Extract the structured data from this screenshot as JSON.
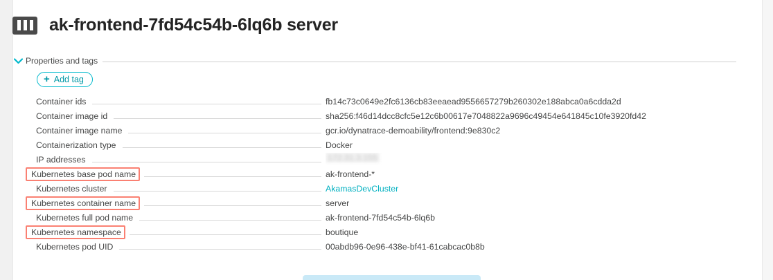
{
  "page": {
    "title": "ak-frontend-7fd54c54b-6lq6b server",
    "entity_icon": "container-server-icon"
  },
  "section": {
    "label": "Properties and tags",
    "collapse_icon": "chevron-down-icon",
    "expanded": true
  },
  "toolbar": {
    "add_tag_label": "Add tag",
    "add_tag_icon": "plus-icon"
  },
  "colors": {
    "accent_cyan": "#00b9cc",
    "link_cyan": "#00b0c0",
    "highlight_red": "#fa8072",
    "icon_dark": "#4a4a4a",
    "progress_blue": "#c9e9f7",
    "text": "#454646",
    "rule": "#d8d8d8"
  },
  "properties": [
    {
      "key": "Container ids",
      "value": "fb14c73c0649e2fc6136cb83eeaead9556657279b260302e188abca0a6cdda2d",
      "highlighted": false,
      "link": false,
      "redacted": false
    },
    {
      "key": "Container image id",
      "value": "sha256:f46d14dcc8cfc5e12c6b00617e7048822a9696c49454e641845c10fe3920fd42",
      "highlighted": false,
      "link": false,
      "redacted": false
    },
    {
      "key": "Container image name",
      "value": "gcr.io/dynatrace-demoability/frontend:9e830c2",
      "highlighted": false,
      "link": false,
      "redacted": false
    },
    {
      "key": "Containerization type",
      "value": "Docker",
      "highlighted": false,
      "link": false,
      "redacted": false
    },
    {
      "key": "IP addresses",
      "value": "172.31.3.155",
      "highlighted": false,
      "link": false,
      "redacted": true
    },
    {
      "key": "Kubernetes base pod name",
      "value": "ak-frontend-*",
      "highlighted": true,
      "link": false,
      "redacted": false
    },
    {
      "key": "Kubernetes cluster",
      "value": "AkamasDevCluster",
      "highlighted": false,
      "link": true,
      "redacted": false
    },
    {
      "key": "Kubernetes container name",
      "value": "server",
      "highlighted": true,
      "link": false,
      "redacted": false
    },
    {
      "key": "Kubernetes full pod name",
      "value": "ak-frontend-7fd54c54b-6lq6b",
      "highlighted": false,
      "link": false,
      "redacted": false
    },
    {
      "key": "Kubernetes namespace",
      "value": "boutique",
      "highlighted": true,
      "link": false,
      "redacted": false
    },
    {
      "key": "Kubernetes pod UID",
      "value": "00abdb96-0e96-438e-bf41-61cabcac0b8b",
      "highlighted": false,
      "link": false,
      "redacted": false
    }
  ],
  "bottom_bar": {
    "name": "loading-progress-bar"
  }
}
